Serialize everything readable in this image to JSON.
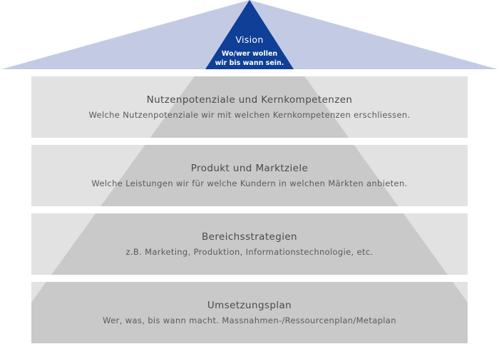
{
  "roof": {
    "title": "Vision",
    "lines": [
      "Wo/wer wollen",
      "wir bis wann sein."
    ]
  },
  "levels": [
    {
      "title": "Nutzenpotenziale und Kernkompetenzen",
      "description": "Welche Nutzenpotenziale wir mit welchen Kernkompetenzen erschliessen."
    },
    {
      "title": "Produkt und Marktziele",
      "description": "Welche Leistungen wir für welche Kundern in welchen Märkten anbieten."
    },
    {
      "title": "Bereichsstrategien",
      "description": "z.B. Marketing, Produktion, Informationstechnologie, etc."
    },
    {
      "title": "Umsetzungsplan",
      "description": "Wer, was, bis wann macht. Massnahmen-/Ressourcenplan/Metaplan"
    }
  ],
  "colors": {
    "roof_fill": "#c3cbe4",
    "vision_fill": "#0f3f96",
    "level_fill": "#e2e2e2",
    "pyramid_fill": "#c9c9c9"
  }
}
